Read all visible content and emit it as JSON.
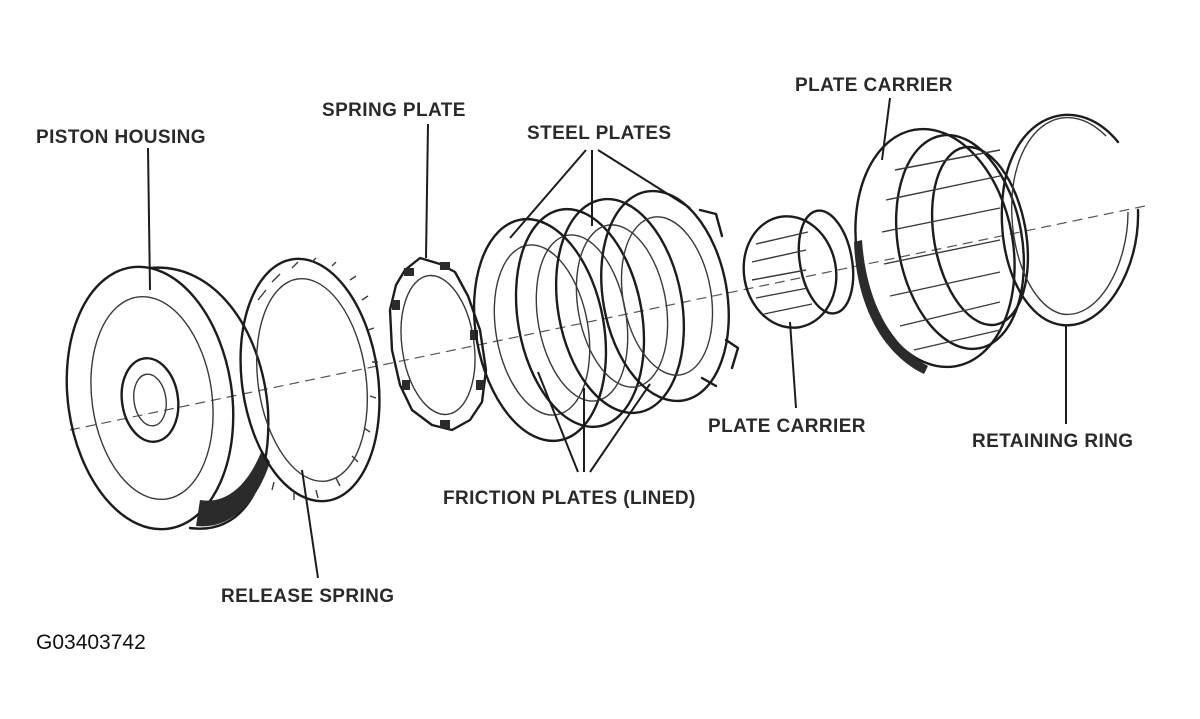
{
  "labels": {
    "piston_housing": "PISTON HOUSING",
    "spring_plate": "SPRING PLATE",
    "steel_plates": "STEEL PLATES",
    "plate_carrier_top": "PLATE CARRIER",
    "plate_carrier_bottom": "PLATE CARRIER",
    "retaining_ring": "RETAINING RING",
    "friction_plates": "FRICTION PLATES (LINED)",
    "release_spring": "RELEASE SPRING"
  },
  "figure_id": "G03403742"
}
